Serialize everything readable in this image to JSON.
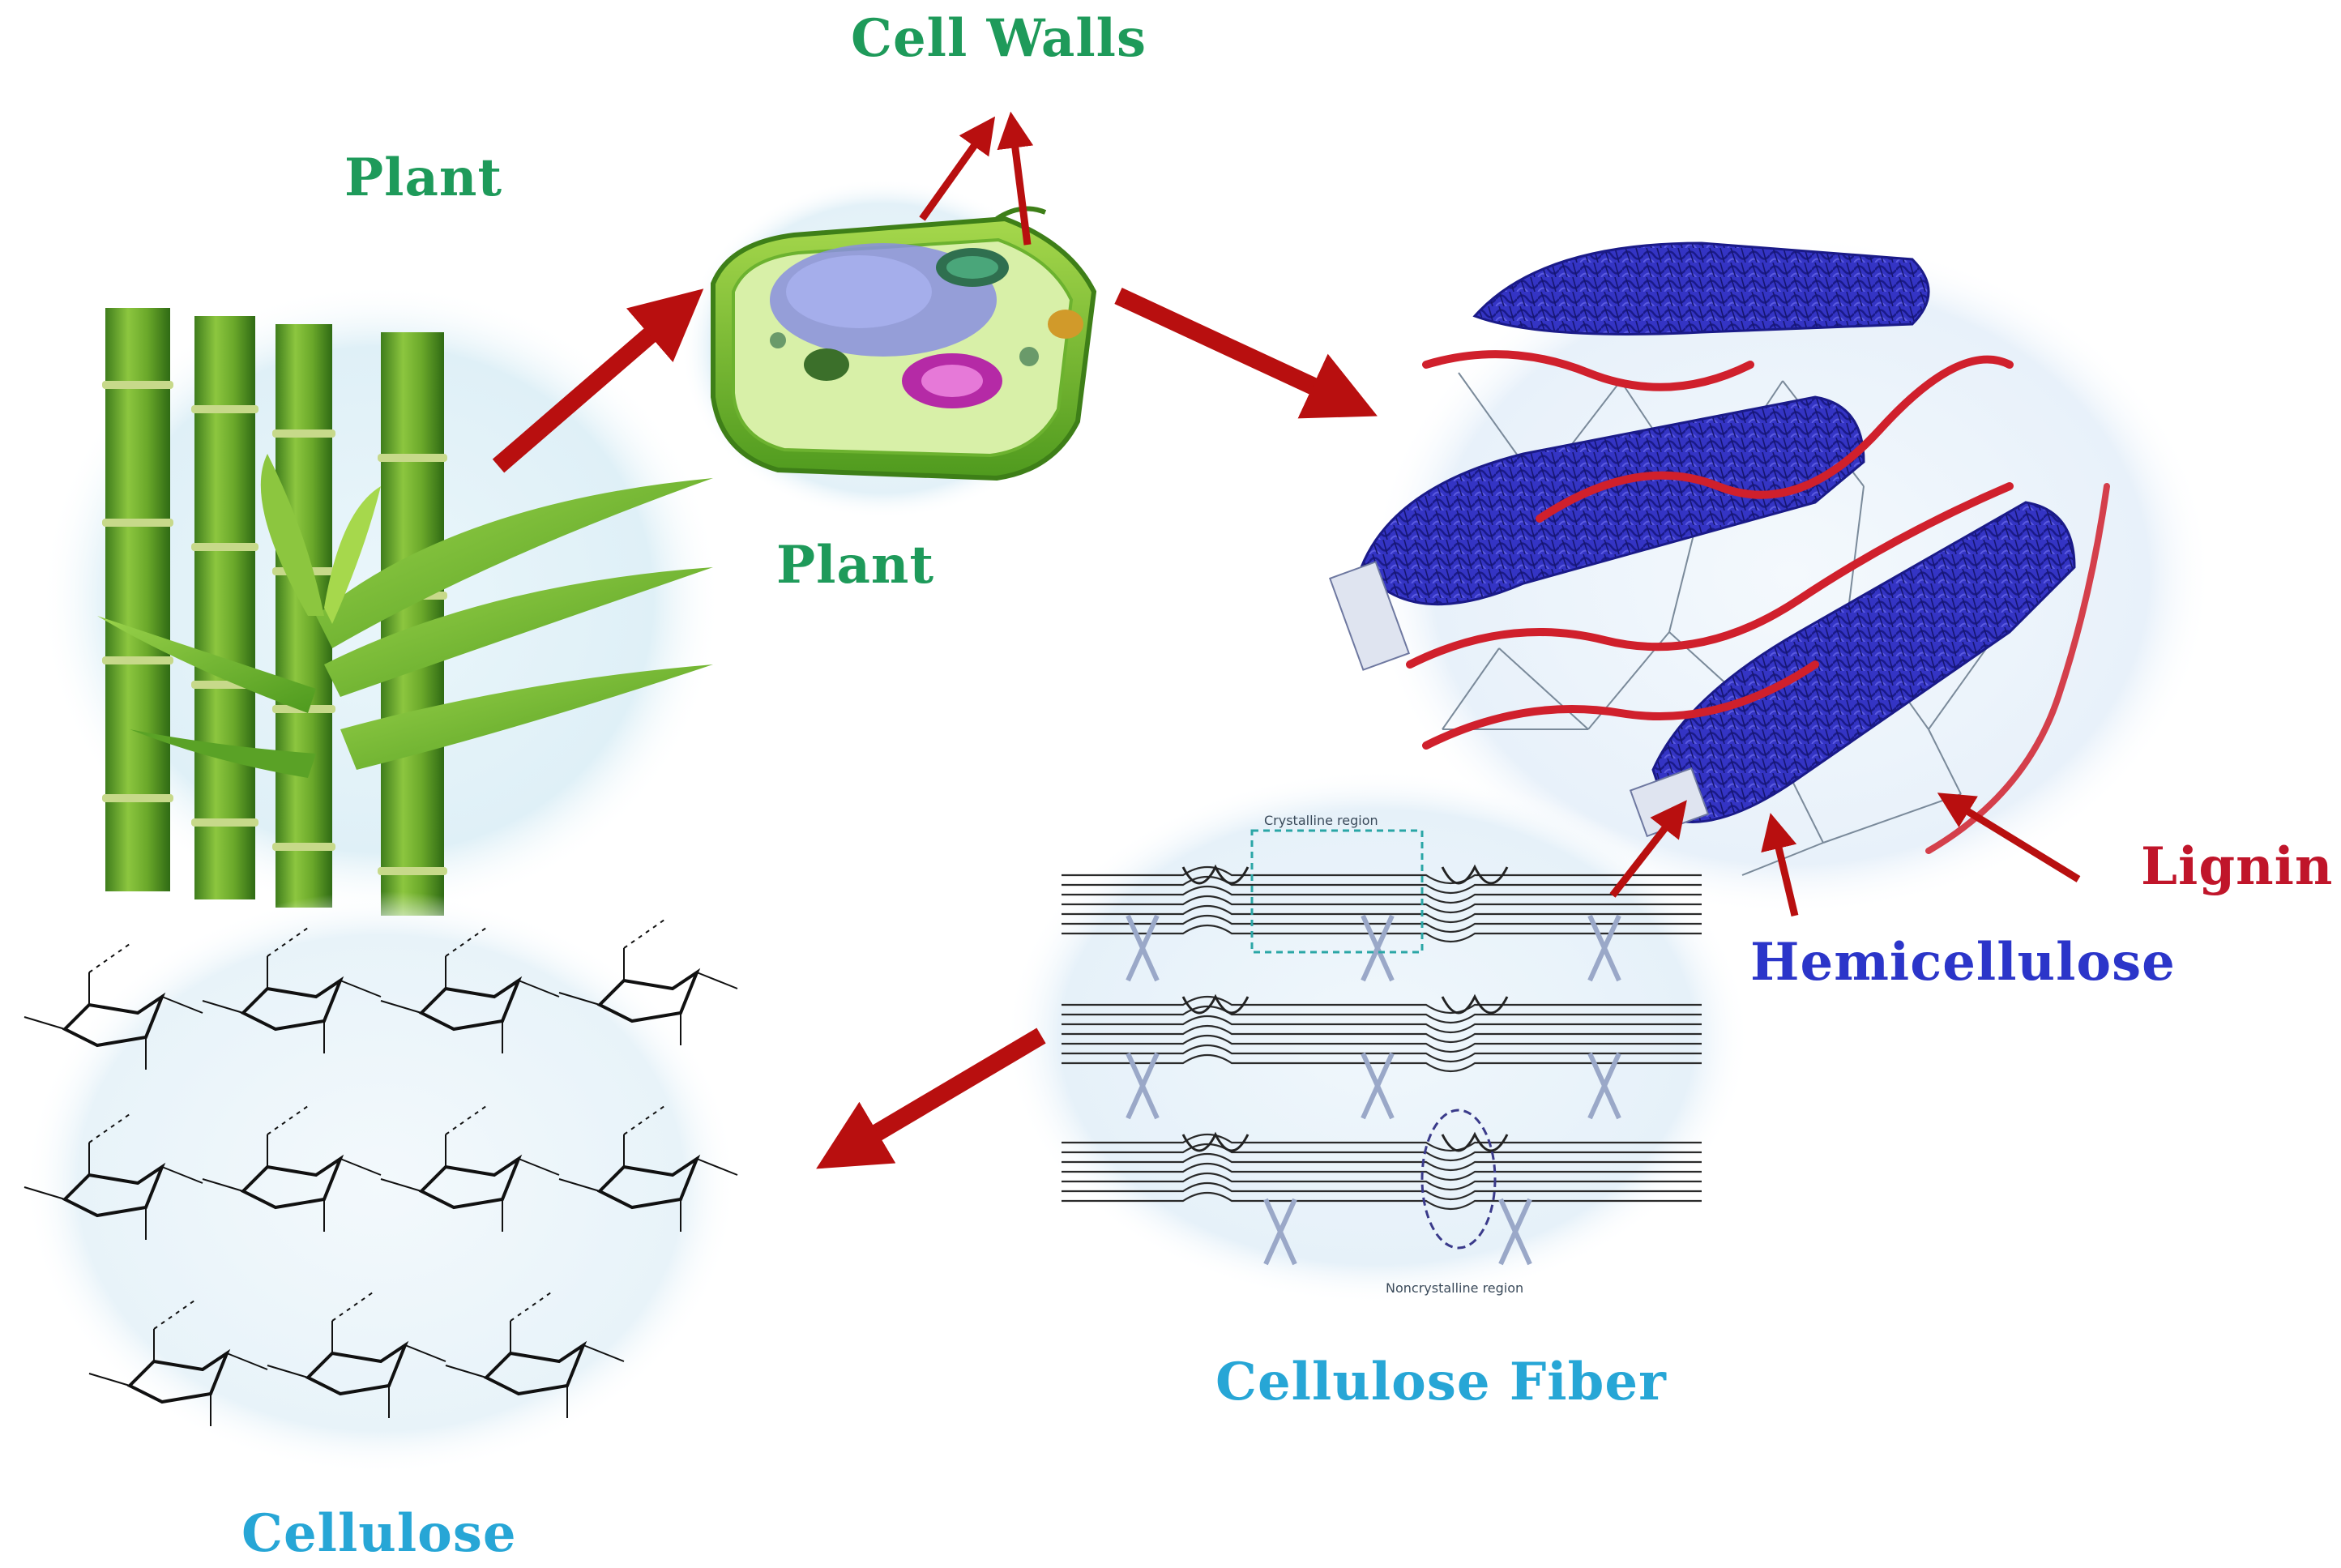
{
  "labels": {
    "plant_top": "Plant",
    "cell_walls": "Cell Walls",
    "plant_mid": "Plant",
    "lignin": "Lignin",
    "hemicellulose": "Hemicellulose",
    "cellulose_fiber": "Cellulose Fiber",
    "cellulose": "Cellulose"
  },
  "inset_text": {
    "crystalline_region": "Crystalline region",
    "noncrystalline_region": "Noncrystalline region"
  },
  "colors": {
    "green_label": "#1e9a5a",
    "red_label": "#c0152a",
    "blue_label": "#2b35c9",
    "cyan_label": "#27a6d6",
    "arrow_red": "#b80f0f",
    "hemicellulose_blue": "#2f2fbf",
    "lignin_red": "#d0202c",
    "bamboo_green": "#6fb12c"
  },
  "icons": {
    "bamboo": "bamboo-plant-illustration",
    "cell": "plant-cell-illustration",
    "fibril": "lignocellulose-network-illustration",
    "fiber": "cellulose-fiber-illustration",
    "molecule": "cellulose-molecule-illustration"
  }
}
